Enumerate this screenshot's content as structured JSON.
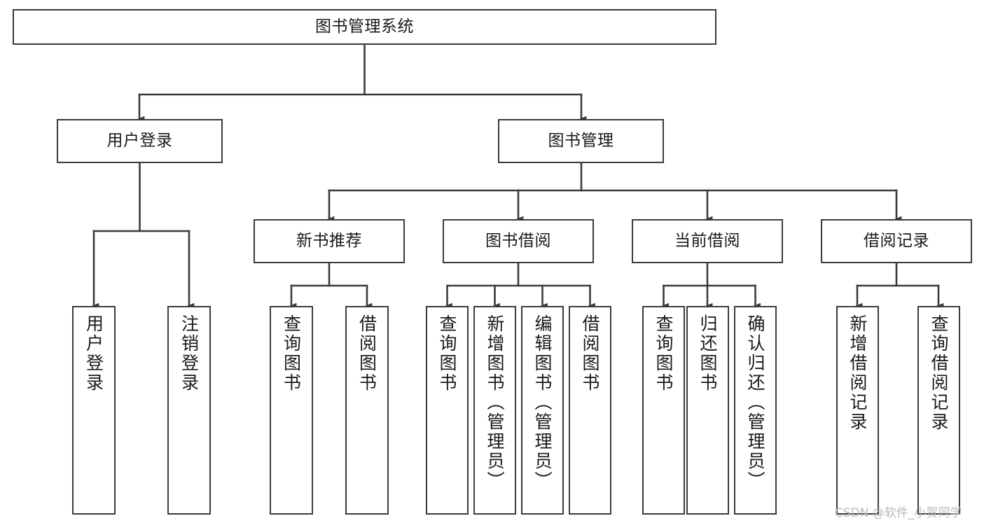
{
  "diagram": {
    "title": "图书管理系统",
    "type": "tree-hierarchy-flowchart",
    "stroke_color": "#3b3b3b",
    "text_color": "#1a1a1a",
    "background_color": "#ffffff",
    "nodes": {
      "root": {
        "label": "图书管理系统"
      },
      "level2": [
        {
          "label": "用户登录"
        },
        {
          "label": "图书管理"
        }
      ],
      "level3": [
        {
          "label": "新书推荐"
        },
        {
          "label": "图书借阅"
        },
        {
          "label": "当前借阅"
        },
        {
          "label": "借阅记录"
        }
      ],
      "leaves": {
        "user_login": [
          {
            "label": "用户登录"
          },
          {
            "label": "注销登录"
          }
        ],
        "new_book_recommend": [
          {
            "label": "查询图书"
          },
          {
            "label": "借阅图书"
          }
        ],
        "book_borrow": [
          {
            "label": "查询图书"
          },
          {
            "label": "新增图书（管理员）"
          },
          {
            "label": "编辑图书（管理员）"
          },
          {
            "label": "借阅图书"
          }
        ],
        "current_borrow": [
          {
            "label": "查询图书"
          },
          {
            "label": "归还图书"
          },
          {
            "label": "确认归还（管理员）"
          }
        ],
        "borrow_record": [
          {
            "label": "新增借阅记录"
          },
          {
            "label": "查询借阅记录"
          }
        ]
      }
    }
  },
  "watermark": {
    "text": "CSDN @软件_小贺同学"
  }
}
